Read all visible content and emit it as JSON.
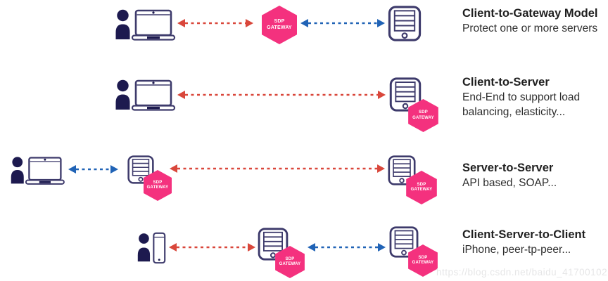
{
  "diagram": {
    "hexagon": {
      "line1": "SDP",
      "line2": "GATEWAY"
    },
    "rows": [
      {
        "title": "Client-to-Gateway Model",
        "description": "Protect one or more servers"
      },
      {
        "title": "Client-to-Server",
        "description": "End-End to support load balancing, elasticity..."
      },
      {
        "title": "Server-to-Server",
        "description": "API based, SOAP..."
      },
      {
        "title": "Client-Server-to-Client",
        "description": "iPhone, peer-tp-peer..."
      }
    ],
    "colors": {
      "hexagon_pink": "#F4317E",
      "arrow_red": "#D9473B",
      "arrow_blue": "#2063B6",
      "icon_navy": "#1D1A4F",
      "icon_outline": "#3D3A6B",
      "title_text": "#1F1F1F",
      "watermark_gray": "#E6E6E7"
    }
  },
  "watermark": {
    "text": "https://blog.csdn.net/baidu_41700102"
  }
}
